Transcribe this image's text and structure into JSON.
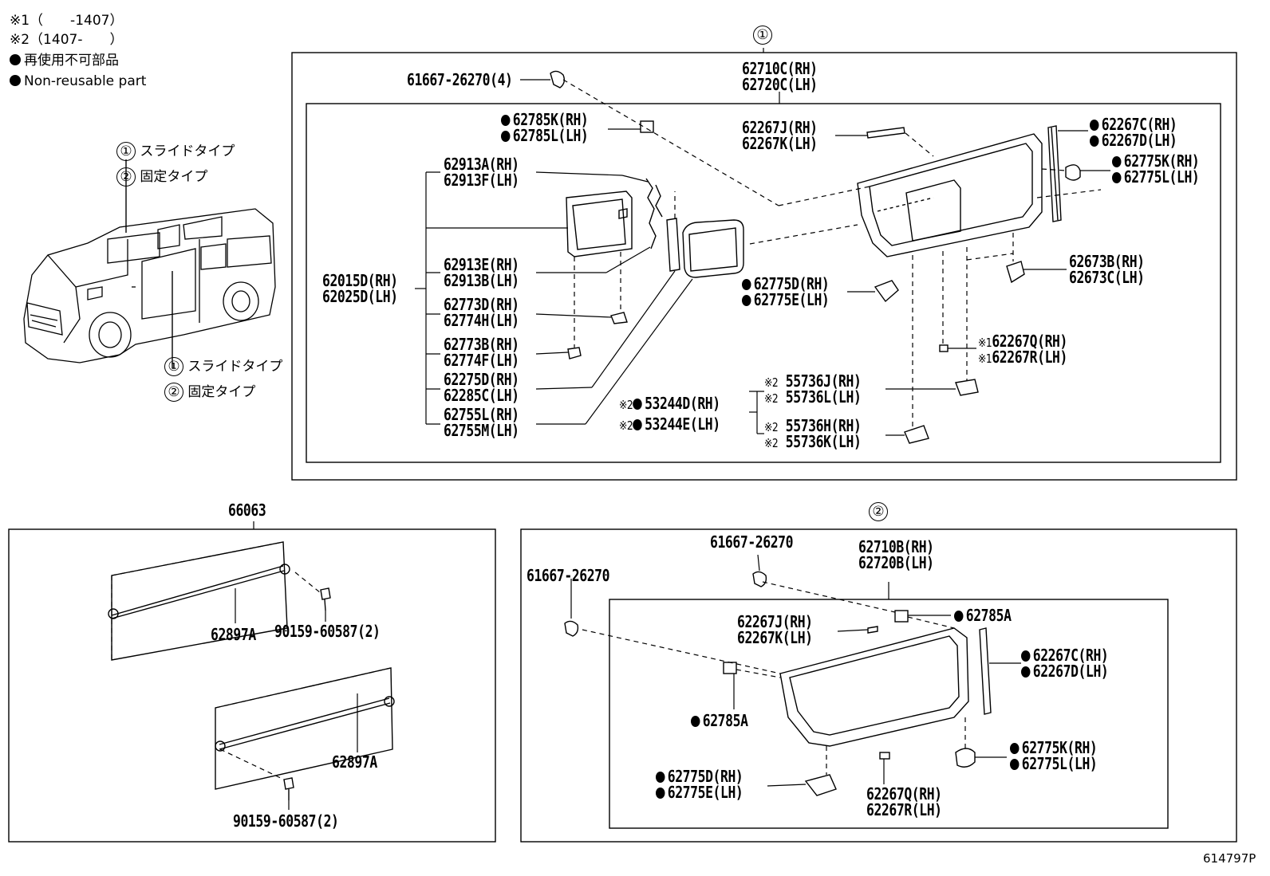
{
  "legend": {
    "note1": "※1（　　-1407）",
    "note2": "※2（1407-　　）",
    "nonreusable_jp": "再使用不可部品",
    "nonreusable_en": "Non-reusable part"
  },
  "van": {
    "slide_type": "スライドタイプ",
    "fixed_type": "固定タイプ",
    "n1": "①",
    "n2": "②"
  },
  "section1": {
    "number": "①",
    "assy_rh": "62710C(RH)",
    "assy_lh": "62720C(LH)",
    "clip": "61667-26270(4)",
    "p62785k": "62785K(RH)",
    "p62785l": "62785L(LH)",
    "p62267j": "62267J(RH)",
    "p62267k": "62267K(LH)",
    "p62267c": "62267C(RH)",
    "p62267d": "62267D(LH)",
    "p62775k": "62775K(RH)",
    "p62775l": "62775L(LH)",
    "p62913a": "62913A(RH)",
    "p62913f": "62913F(LH)",
    "p62015d": "62015D(RH)",
    "p62025d": "62025D(LH)",
    "p62913e": "62913E(RH)",
    "p62913b": "62913B(LH)",
    "p62773d": "62773D(RH)",
    "p62774h": "62774H(LH)",
    "p62773b": "62773B(RH)",
    "p62774f": "62774F(LH)",
    "p62275d": "62275D(RH)",
    "p62285c": "62285C(LH)",
    "p62755l": "62755L(RH)",
    "p62755m": "62755M(LH)",
    "p62775d": "62775D(RH)",
    "p62775e": "62775E(LH)",
    "p62673b": "62673B(RH)",
    "p62673c": "62673C(LH)",
    "p62267q": "62267Q(RH)",
    "p62267r": "62267R(LH)",
    "p53244d": "53244D(RH)",
    "p53244e": "53244E(LH)",
    "p55736j": "55736J(RH)",
    "p55736l": "55736L(LH)",
    "p55736h": "55736H(RH)",
    "p55736k": "55736K(LH)",
    "m1": "※1",
    "m2": "※2"
  },
  "section_left": {
    "number": "66063",
    "bar_a": "62897A",
    "bolt_a": "90159-60587(2)",
    "bar_b": "62897A",
    "bolt_b": "90159-60587(2)"
  },
  "section2": {
    "number": "②",
    "clip_top": "61667-26270",
    "clip_left": "61667-26270",
    "assy_rh": "62710B(RH)",
    "assy_lh": "62720B(LH)",
    "p62785a_top": "62785A",
    "p62785a_mid": "62785A",
    "p62267j": "62267J(RH)",
    "p62267k": "62267K(LH)",
    "p62267c": "62267C(RH)",
    "p62267d": "62267D(LH)",
    "p62775k": "62775K(RH)",
    "p62775l": "62775L(LH)",
    "p62775d": "62775D(RH)",
    "p62775e": "62775E(LH)",
    "p62267q": "62267Q(RH)",
    "p62267r": "62267R(LH)"
  },
  "footer_code": "614797P"
}
